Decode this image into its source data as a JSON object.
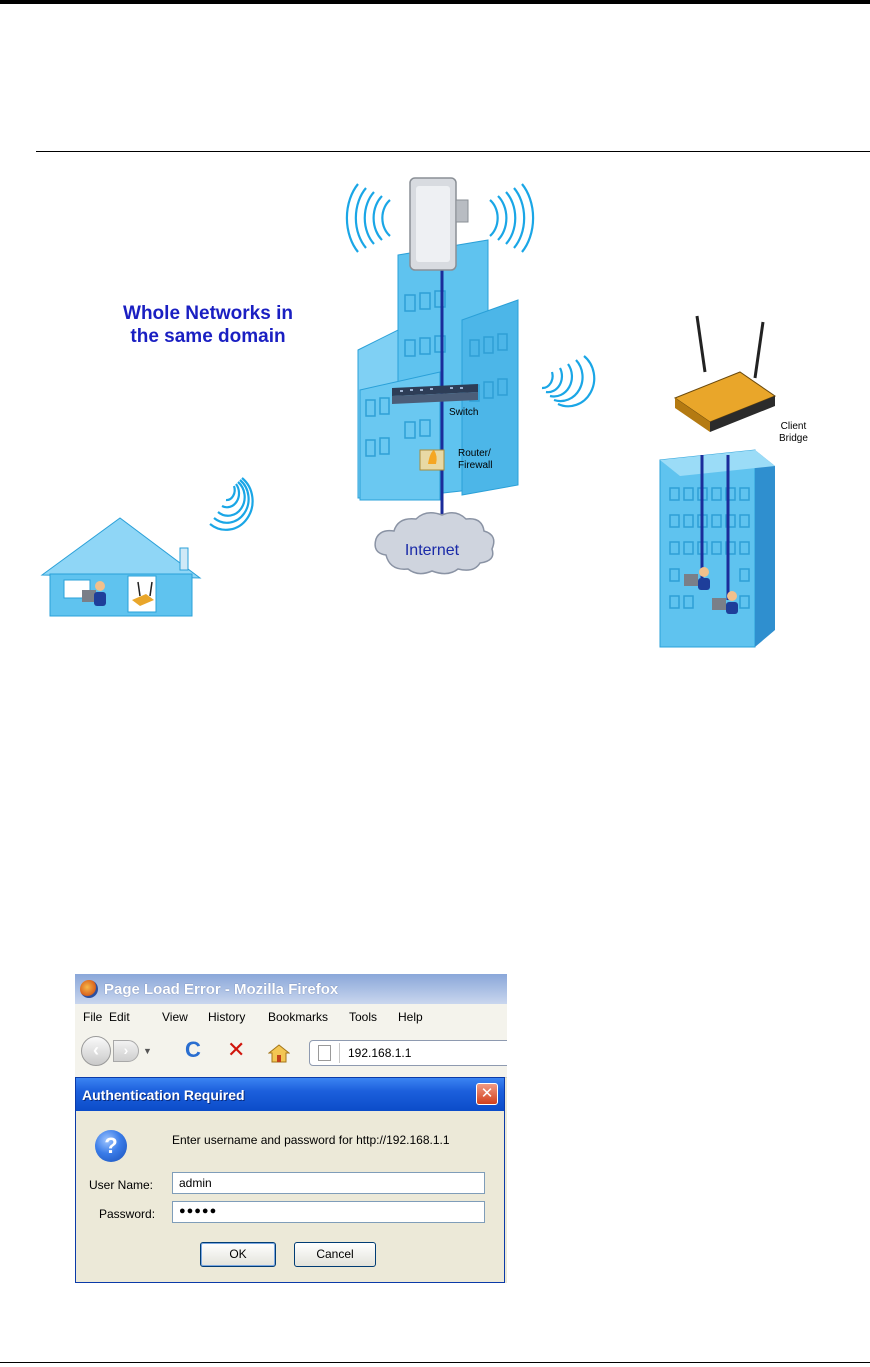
{
  "diagram": {
    "heading_line1": "Whole Networks in",
    "heading_line2": "the same domain",
    "switch_label": "Switch",
    "router_label_line1": "Router/",
    "router_label_line2": "Firewall",
    "client_label_line1": "Client",
    "client_label_line2": "Bridge",
    "internet_label": "Internet"
  },
  "browser": {
    "window_title": "Page Load Error - Mozilla Firefox",
    "menu": [
      "File",
      "Edit",
      "View",
      "History",
      "Bookmarks",
      "Tools",
      "Help"
    ],
    "url": "192.168.1.1"
  },
  "auth_dialog": {
    "title": "Authentication Required",
    "prompt": "Enter username and password for http://192.168.1.1",
    "username_label": "User Name:",
    "username_value": "admin",
    "password_label": "Password:",
    "password_value": "●●●●●",
    "ok_label": "OK",
    "cancel_label": "Cancel"
  }
}
